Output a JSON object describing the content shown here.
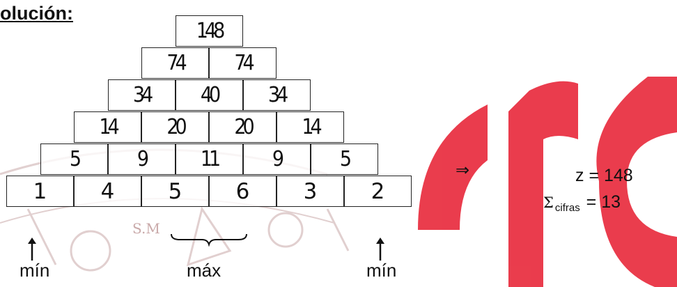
{
  "heading": "olución:",
  "watermark": {
    "colors": {
      "red": "#e8283a",
      "engraving": "#c9a9a9"
    },
    "text": "S.M"
  },
  "pyramid": {
    "rows": [
      [
        "148"
      ],
      [
        "74",
        "74"
      ],
      [
        "34",
        "40",
        "34"
      ],
      [
        "14",
        "20",
        "20",
        "14"
      ],
      [
        "5",
        "9",
        "11",
        "9",
        "5"
      ],
      [
        "1",
        "4",
        "5",
        "6",
        "3",
        "2"
      ]
    ]
  },
  "annotations": {
    "min_left": "mín",
    "max_middle": "máx",
    "min_right": "mín"
  },
  "result": {
    "implies": "⇒",
    "z_line": "z = 148",
    "sigma": "Σ",
    "sum_sub": "cifras",
    "sum_value": "= 13"
  }
}
